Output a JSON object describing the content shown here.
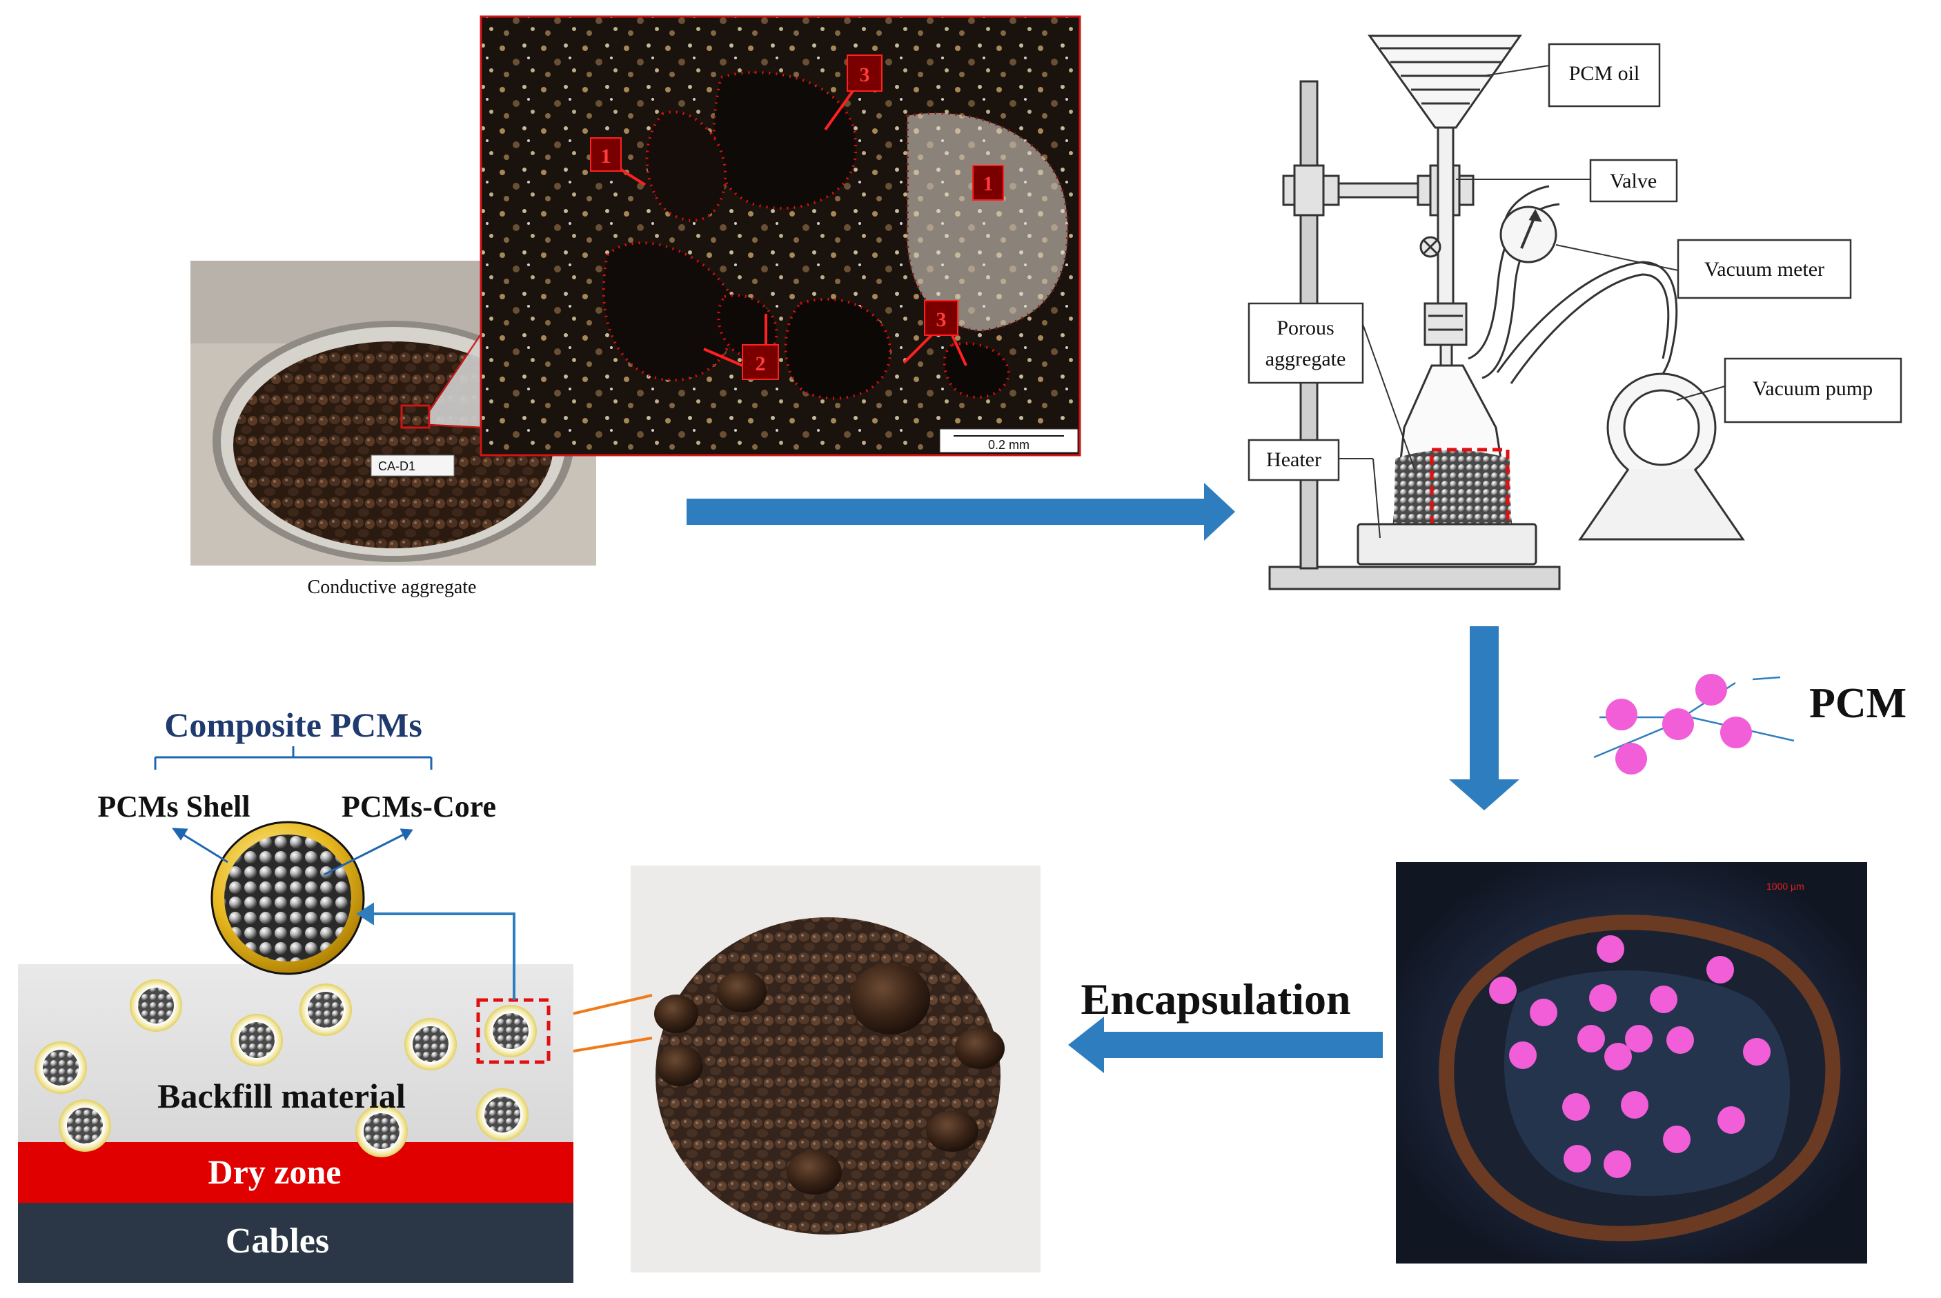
{
  "photo_labels": {
    "sample_tag": "CA-D1",
    "conductive_aggregate": "Conductive aggregate",
    "scale_bar": "0.2 mm",
    "pore_markers": [
      "1",
      "1",
      "2",
      "3",
      "3"
    ]
  },
  "apparatus": {
    "pcm_oil": "PCM oil",
    "valve": "Valve",
    "vacuum_meter": "Vacuum meter",
    "porous_aggregate_line1": "Porous",
    "porous_aggregate_line2": "aggregate",
    "heater": "Heater",
    "vacuum_pump": "Vacuum pump"
  },
  "pcm_label": "PCM",
  "encapsulation_label": "Encapsulation",
  "sem_scale": "1000 µm",
  "composite": {
    "title": "Composite PCMs",
    "shell": "PCMs Shell",
    "core": "PCMs-Core"
  },
  "layers": {
    "backfill": "Backfill material",
    "dry_zone": "Dry zone",
    "cables": "Cables"
  },
  "colors": {
    "arrow_blue": "#2e7ebf",
    "pcm_pink": "#f25ed8",
    "marker_red": "#e01010",
    "dry_zone_red": "#e00000",
    "cables_navy": "#2b3747",
    "title_navy": "#1f3a6e"
  }
}
